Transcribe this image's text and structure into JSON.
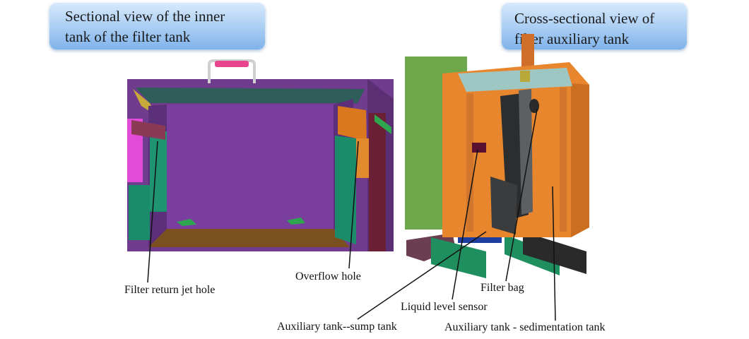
{
  "left_view": {
    "title_lines": [
      "Sectional view of the inner",
      "tank of the filter tank"
    ]
  },
  "right_view": {
    "title_lines": [
      "Cross-sectional view of",
      "filter auxiliary tank"
    ]
  },
  "callouts": {
    "filter_return_jet_hole": "Filter return jet hole",
    "overflow_hole": "Overflow hole",
    "filter_bag": "Filter bag",
    "liquid_level_sensor": "Liquid level sensor",
    "sump_tank": "Auxiliary tank--sump tank",
    "sedimentation_tank": "Auxiliary tank - sedimentation tank"
  },
  "colors": {
    "tank_purple": "#7b3e9b",
    "frame_purple": "#6f3c8e",
    "tank_floor_brown": "#7a5020",
    "teal_panel": "#1b8c6a",
    "handle_pink": "#e8458f",
    "aux_orange": "#e8862e",
    "filter_bag_dark": "#2b2d2f",
    "support_green": "#1f8f5f",
    "badge_blue": "#a9cdf3"
  }
}
